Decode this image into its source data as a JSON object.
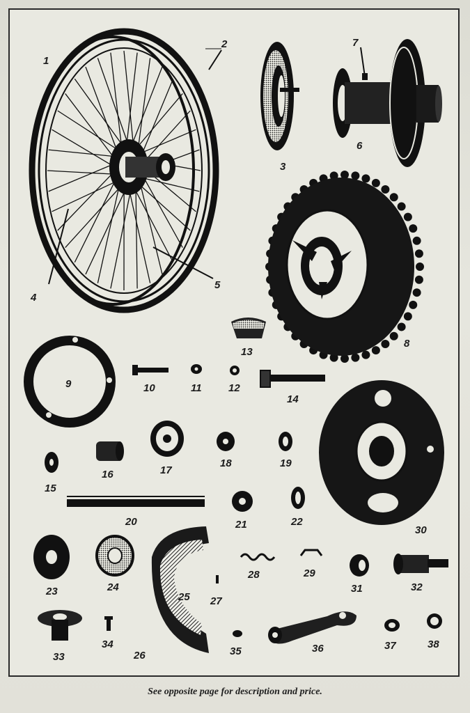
{
  "parts": [
    "1",
    "2",
    "3",
    "4",
    "5",
    "6",
    "7",
    "8",
    "9",
    "10",
    "11",
    "12",
    "13",
    "14",
    "15",
    "16",
    "17",
    "18",
    "19",
    "20",
    "21",
    "22",
    "23",
    "24",
    "25",
    "26",
    "27",
    "28",
    "29",
    "30",
    "31",
    "32",
    "33",
    "34",
    "35",
    "36",
    "37",
    "38"
  ],
  "caption": "See opposite page for description and price."
}
